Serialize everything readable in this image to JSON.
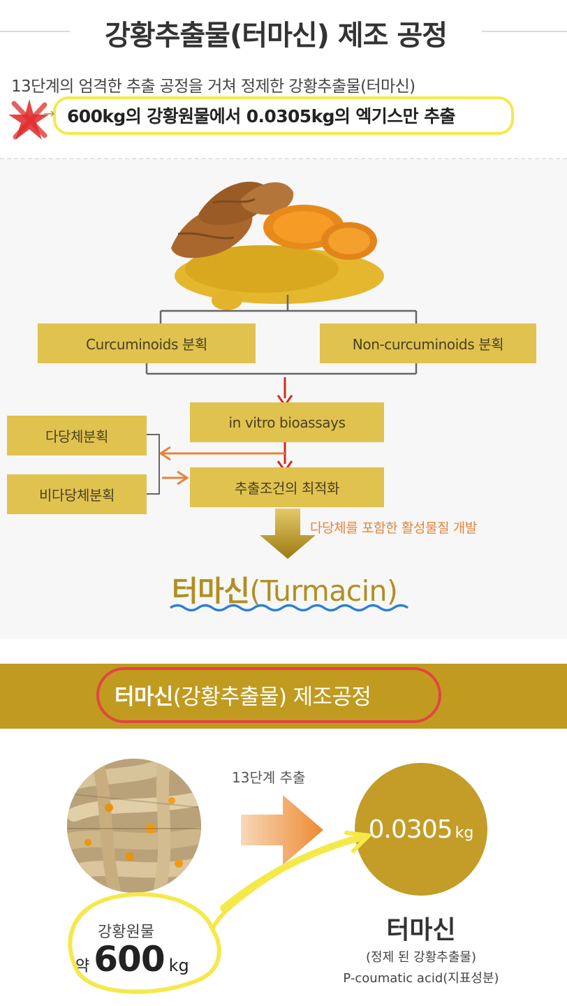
{
  "header": {
    "title": "강황추출물(터마신) 제조 공정",
    "subtitle": "13단계의 엄격한 추출 공정을 거쳐 정제한 강황추출물(터마신)",
    "highlight": "600kg의 강황원물에서 0.0305kg의 엑기스만  추출"
  },
  "diagram": {
    "fraction_curcuminoids": "Curcuminoids 분획",
    "fraction_non_curcuminoids": "Non-curcuminoids 분획",
    "in_vitro": "in vitro bioassays",
    "optimization": "추출조건의 최적화",
    "polysaccharide": "다당체분획",
    "non_polysaccharide": "비다당체분획",
    "active_development": "다당체를 포함한 활성물질 개발",
    "result_bold": "터마신",
    "result_paren": "(Turmacin)"
  },
  "band": {
    "bold": "터마신",
    "rest": "(강황추출물) 제조공정"
  },
  "process": {
    "step_label": "13단계 추출",
    "output_value": "0.0305",
    "output_unit": "kg",
    "input_label": "강황원물",
    "input_approx": "약",
    "input_value": "600",
    "input_unit": "kg",
    "result_name": "터마신",
    "result_desc": "(정제 된 강황추출물)",
    "result_marker": "P-coumatic acid(지표성분)"
  },
  "colors": {
    "gold_box": "#e0c24f",
    "band": "#c09b20",
    "circle": "#c39d28",
    "orange_arrow": "#e7833a",
    "red_arrow": "#d42a1e",
    "highlight_yellow": "#f5e94a",
    "annotation_red": "#e44444",
    "annotation_blue": "#2b7fd6"
  }
}
